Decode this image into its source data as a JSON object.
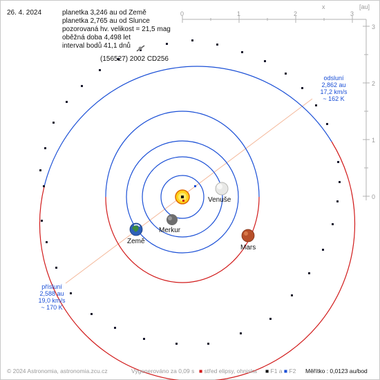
{
  "date": "26. 4. 2024",
  "info": {
    "line1": "planetka 3,246 au od Země",
    "line2": "planetka 2,765 au od Slunce",
    "line3": "pozorovaná hv. velikost = 21,5 mag",
    "line4": "oběžná doba 4,498 let",
    "line5": "interval bodů 41,1 dnů"
  },
  "asteroid_name": "(156527) 2002 CD256",
  "axis_x": {
    "label": "x",
    "unit_label": "[au]",
    "ticks": [
      "0",
      "1",
      "2",
      "3"
    ]
  },
  "axis_y": {
    "ticks": [
      "3",
      "2",
      "1",
      "0"
    ]
  },
  "aphelion": {
    "title": "odsluní",
    "distance": "2,862 au",
    "speed": "17,2 km/s",
    "temp": "~ 162 K"
  },
  "perihelion": {
    "title": "přísluní",
    "distance": "2,588 au",
    "speed": "19,0 km/s",
    "temp": "~ 170 K"
  },
  "planets": {
    "venus": "Venuše",
    "earth": "Země",
    "mercury": "Merkur",
    "mars": "Mars"
  },
  "footer": {
    "copyright": "© 2024 Astronomia, astronomia.zcu.cz",
    "generated": "Vygenerováno za 0,09 s",
    "legend_center": "střed elipsy, ohniska",
    "legend_f1": "F1 a",
    "legend_f2": "F2",
    "scale": "Měřítko : 0,0123 au/bod"
  },
  "colors": {
    "orbit_blue": "#1a4fd6",
    "orbit_red": "#d11a1a",
    "apsis_line": "#f4b89a",
    "axis_gray": "#b0b0b0",
    "sun": "#ffd21a"
  }
}
